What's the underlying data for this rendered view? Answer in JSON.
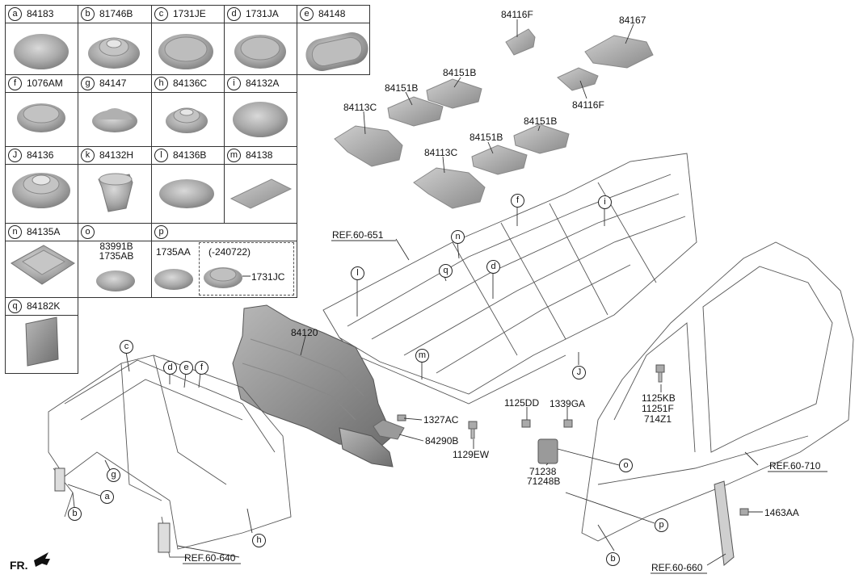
{
  "table": {
    "cells": [
      {
        "letter": "a",
        "code": "84183"
      },
      {
        "letter": "b",
        "code": "81746B"
      },
      {
        "letter": "c",
        "code": "1731JE"
      },
      {
        "letter": "d",
        "code": "1731JA"
      },
      {
        "letter": "e",
        "code": "84148"
      },
      {
        "letter": "f",
        "code": "1076AM"
      },
      {
        "letter": "g",
        "code": "84147"
      },
      {
        "letter": "h",
        "code": "84136C"
      },
      {
        "letter": "i",
        "code": "84132A"
      },
      {
        "letter": "J",
        "code": "84136"
      },
      {
        "letter": "k",
        "code": "84132H"
      },
      {
        "letter": "l",
        "code": "84136B"
      },
      {
        "letter": "m",
        "code": "84138"
      },
      {
        "letter": "n",
        "code": "84135A"
      },
      {
        "letter": "o",
        "code": ""
      },
      {
        "letter": "p",
        "code": ""
      },
      {
        "letter": "q",
        "code": "84182K"
      }
    ],
    "o_codes": [
      "83991B",
      "1735AB"
    ],
    "p_codes": {
      "left": "1735AA",
      "note": "(-240722)",
      "right": "1731JC"
    }
  },
  "callouts": {
    "p84116F_top": "84116F",
    "p84167": "84167",
    "p84116F_bot": "84116F",
    "p84151B_1": "84151B",
    "p84151B_2": "84151B",
    "p84113C_1": "84113C",
    "p84151B_3": "84151B",
    "p84151B_4": "84151B",
    "p84113C_2": "84113C",
    "p84120": "84120",
    "p1327AC": "1327AC",
    "p84290B": "84290B",
    "p1129EW": "1129EW",
    "p1125DD": "1125DD",
    "p1339GA": "1339GA",
    "p71238": "71238",
    "p71248B": "71248B",
    "p1125KB": "1125KB",
    "p11251F": "11251F",
    "p714Z1": "714Z1",
    "p1463AA": "1463AA"
  },
  "refs": {
    "r651": "REF.60-651",
    "r710": "REF.60-710",
    "r640": "REF.60-640",
    "r660": "REF.60-660"
  },
  "diagram_letters": {
    "f": "f",
    "i": "i",
    "n": "n",
    "l": "l",
    "q": "q",
    "d": "d",
    "m": "m",
    "J": "J",
    "c": "c",
    "d2": "d",
    "e": "e",
    "f2": "f",
    "g": "g",
    "a": "a",
    "b": "b",
    "h": "h",
    "o": "o",
    "p": "p",
    "b2": "b"
  },
  "fr_label": "FR."
}
